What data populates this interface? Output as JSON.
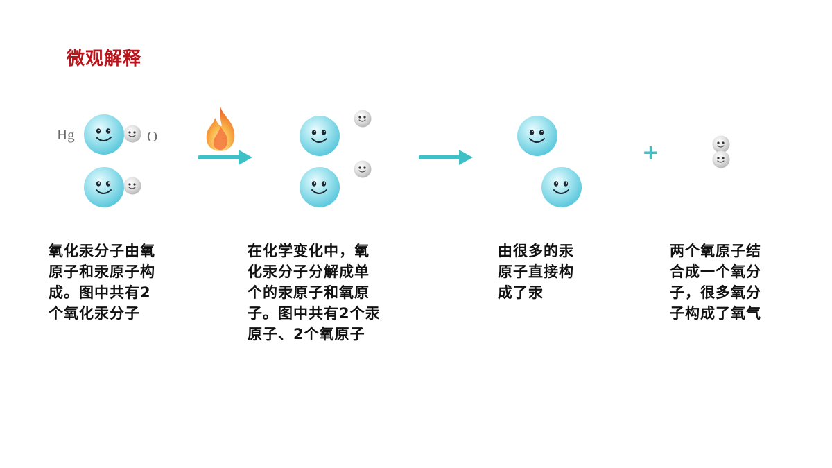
{
  "title": "微观解释",
  "labels": {
    "hg": "Hg",
    "o": "O"
  },
  "plus": "+",
  "captions": {
    "c1": [
      "氧化汞分子由氧",
      "原子和汞原子构",
      "成。图中共有2",
      "个氧化汞分子"
    ],
    "c2": [
      "在化学变化中，氧",
      "化汞分子分解成单",
      "个的汞原子和氧原",
      "子。图中共有2个汞",
      "原子、2个氧原子"
    ],
    "c3": [
      "由很多的汞",
      "原子直接构",
      "成了汞"
    ],
    "c4": [
      "两个氧原子结",
      "合成一个氧分",
      "子，很多氧分",
      "子构成了氧气"
    ]
  },
  "colors": {
    "title": "#b8141b",
    "arrow": "#3fc0c6",
    "mercury_atom": "#8fdbe8",
    "oxygen_atom": "#e3e3e3",
    "flame": "#f5a43a"
  },
  "icons": [
    "flame-icon",
    "arrow-right-icon",
    "plus-icon"
  ]
}
